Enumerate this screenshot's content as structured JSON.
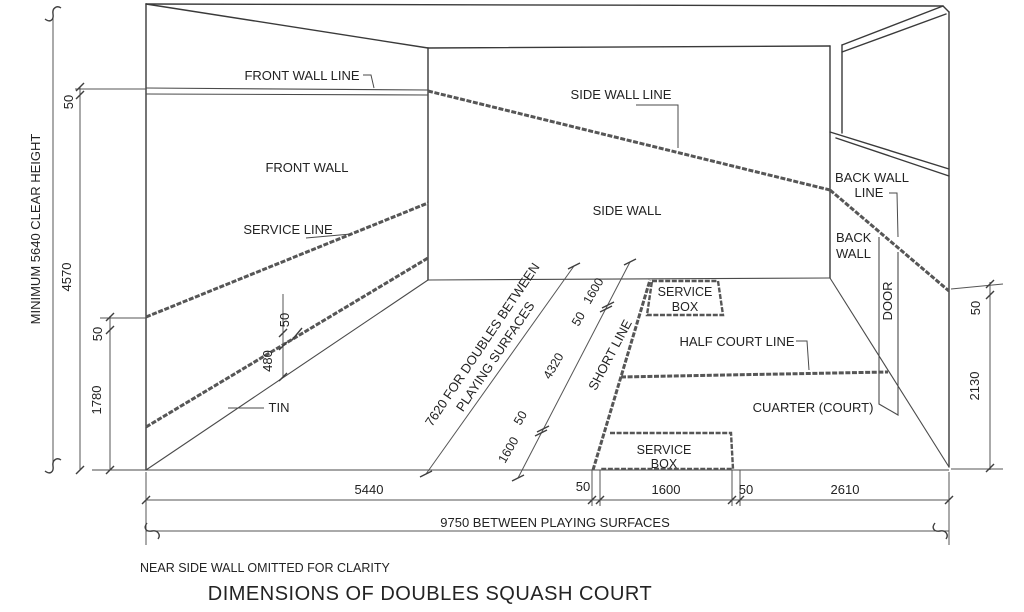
{
  "diagram": {
    "title": "DIMENSIONS OF DOUBLES SQUASH COURT",
    "note": "NEAR SIDE WALL OMITTED FOR CLARITY",
    "labels": {
      "front_wall_line": "FRONT WALL LINE",
      "front_wall": "FRONT WALL",
      "service_line": "SERVICE LINE",
      "tin": "TIN",
      "side_wall_line": "SIDE WALL LINE",
      "side_wall": "SIDE WALL",
      "back_wall_line_1": "BACK WALL",
      "back_wall_line_2": "LINE",
      "back_wall_1": "BACK",
      "back_wall_2": "WALL",
      "door": "DOOR",
      "short_line": "SHORT LINE",
      "half_court_line": "HALF COURT LINE",
      "quarter_court": "CUARTER (COURT)",
      "service_box_1": "SERVICE",
      "service_box_2": "BOX"
    },
    "dimensions": {
      "clear_height": "MINIMUM 5640 CLEAR HEIGHT",
      "front_wall_line_thickness": "50",
      "front_wall_line_height": "4570",
      "service_line_thickness": "50",
      "service_line_height": "1780",
      "tin_thickness": "50",
      "tin_height": "480",
      "back_wall_line_thickness": "50",
      "back_wall_line_height": "2130",
      "length_segments": [
        "5440",
        "50",
        "1600",
        "50",
        "2610"
      ],
      "length_total": "9750 BETWEEN PLAYING SURFACES",
      "width_total_1": "7620 FOR DOUBLES BETWEEN",
      "width_total_2": "PLAYING SURFACES",
      "width_segments": [
        "1600",
        "50",
        "4320",
        "50",
        "1600"
      ]
    }
  }
}
